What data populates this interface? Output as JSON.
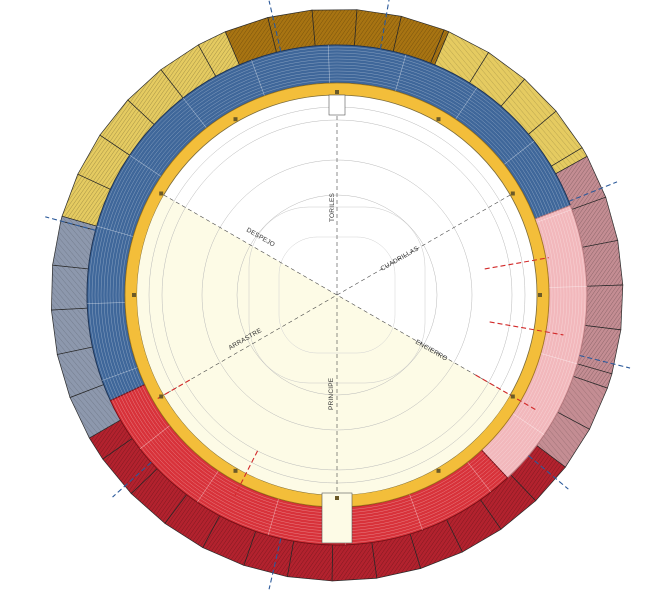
{
  "diagram": {
    "labels": {
      "toriles": "TORILES",
      "cuadrillas": "CUADRILLAS",
      "desolladero": "DESPEJO",
      "encierro": "ENCIERRO",
      "arrastre": "ARRASTRE",
      "principe": "PRINCIPE"
    },
    "colors": {
      "outer_gold": "#e5cb61",
      "outer_brown": "#a87412",
      "outer_grey": "#8d98ad",
      "outer_crimson": "#b3222e",
      "outer_rose": "#c48d93",
      "tendido_blue": "#3f679a",
      "tendido_red": "#d8323a",
      "tendido_pink": "#f2b8bc",
      "callejon_orange": "#f3be3a",
      "arena_cream": "#fdfbe6",
      "axis_blue": "#2c5a9a",
      "axis_red": "#d22a2a"
    }
  }
}
